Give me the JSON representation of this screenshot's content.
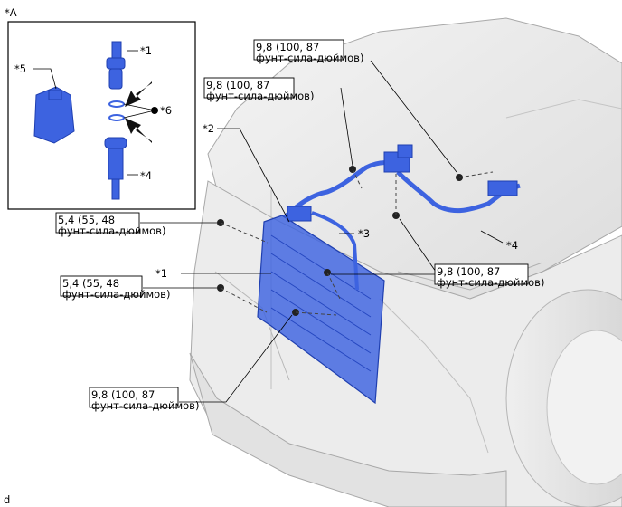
{
  "inset": {
    "tag": "*A",
    "callouts": {
      "c1": "*1",
      "c4": "*4",
      "c5": "*5",
      "c6": "*6",
      "dot": "●"
    }
  },
  "callouts": {
    "c1": "*1",
    "c2": "*2",
    "c3": "*3",
    "c4": "*4"
  },
  "torques": [
    {
      "value": "9,8 (100, 87",
      "unit": "фунт-сила-дюймов)"
    },
    {
      "value": "9,8 (100, 87",
      "unit": "фунт-сила-дюймов)"
    },
    {
      "value": "5,4 (55, 48",
      "unit": "фунт-сила-дюймов)"
    },
    {
      "value": "9,8 (100, 87",
      "unit": "фунт-сила-дюймов)"
    },
    {
      "value": "5,4 (55, 48",
      "unit": "фунт-сила-дюймов)"
    },
    {
      "value": "9,8 (100, 87",
      "unit": "фунт-сила-дюймов)"
    }
  ],
  "footer_code": "d",
  "colors": {
    "part_blue": "#3d63e0",
    "part_blue_dark": "#1f3fb0",
    "vehicle_line": "#9a9a9a"
  }
}
